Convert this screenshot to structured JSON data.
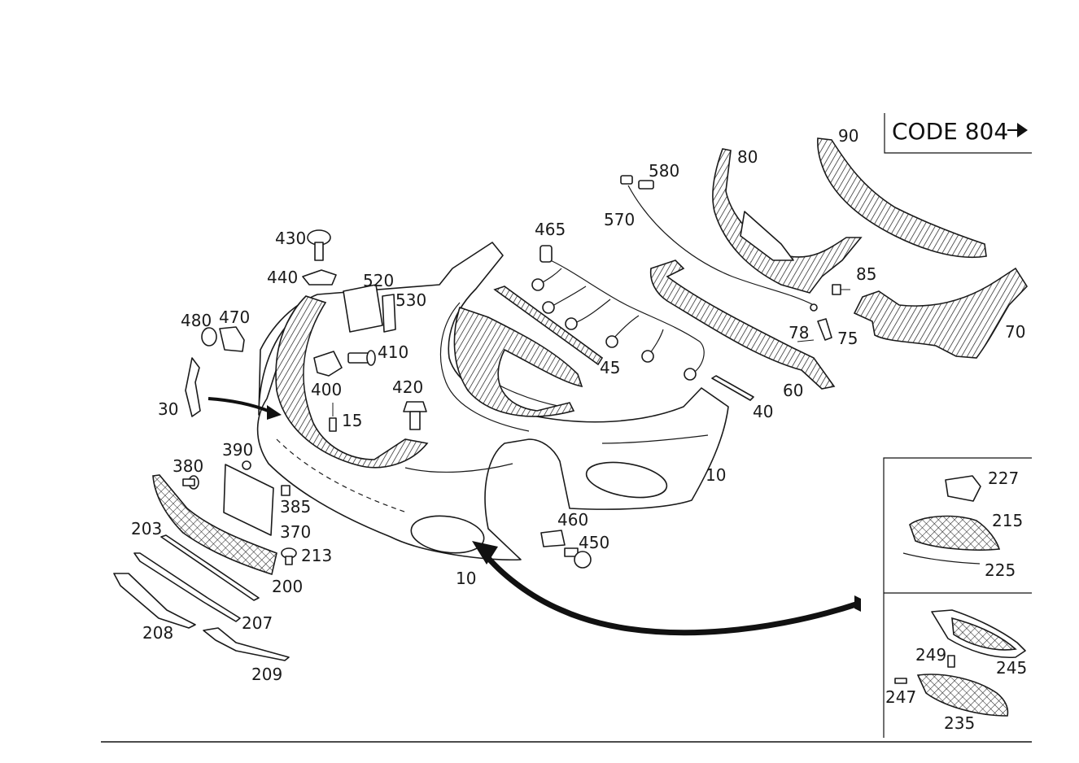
{
  "code_box": {
    "text": "CODE 804"
  },
  "labels": {
    "l90": "90",
    "l80": "80",
    "l580": "580",
    "l570": "570",
    "l465": "465",
    "l85": "85",
    "l78": "78",
    "l75": "75",
    "l70": "70",
    "l430": "430",
    "l440": "440",
    "l520": "520",
    "l530": "530",
    "l480": "480",
    "l470": "470",
    "l410": "410",
    "l400": "400",
    "l420": "420",
    "l15": "15",
    "l45": "45",
    "l60": "60",
    "l40": "40",
    "l30": "30",
    "l390": "390",
    "l380": "380",
    "l385": "385",
    "l370": "370",
    "l203": "203",
    "l213": "213",
    "l200": "200",
    "l207": "207",
    "l208": "208",
    "l209": "209",
    "l10a": "10",
    "l10b": "10",
    "l460": "460",
    "l450": "450",
    "l227": "227",
    "l215": "215",
    "l225": "225",
    "l249": "249",
    "l245": "245",
    "l247": "247",
    "l235": "235"
  },
  "colors": {
    "ink": "#1a1a1a",
    "background": "#ffffff"
  }
}
